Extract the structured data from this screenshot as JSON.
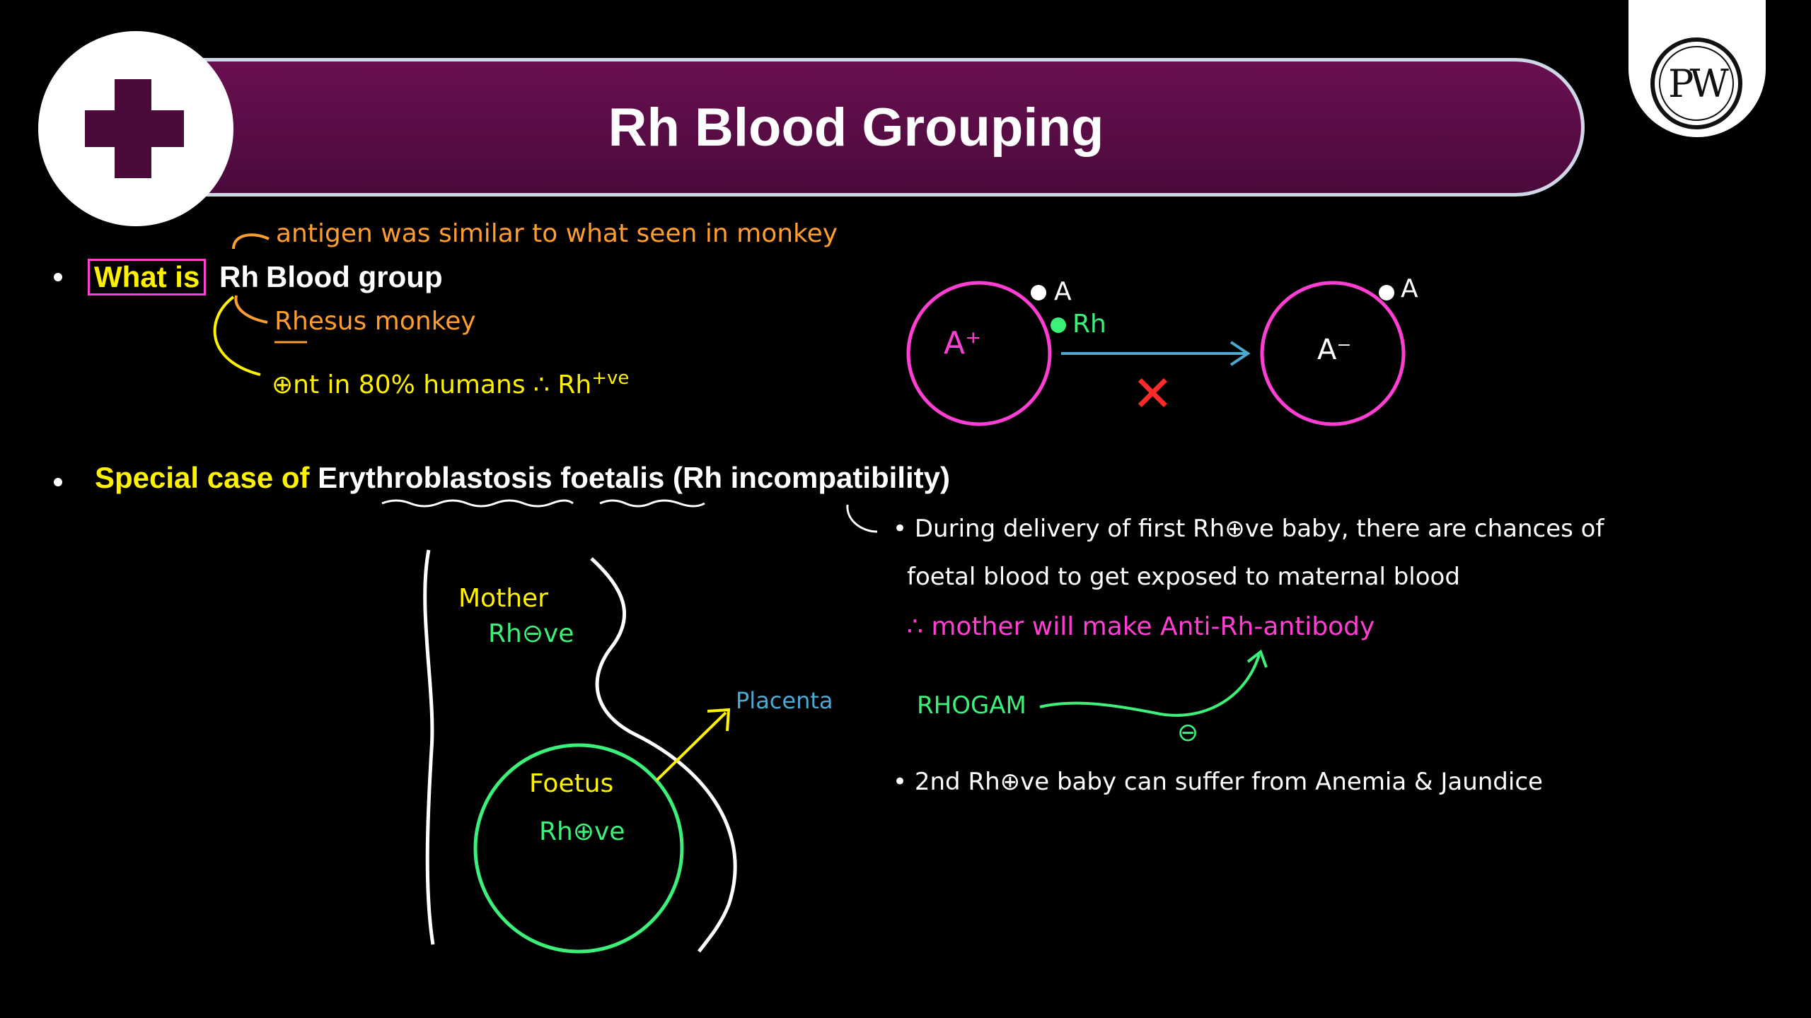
{
  "header": {
    "title": "Rh Blood Grouping"
  },
  "logo": {
    "letters": "PW"
  },
  "section1": {
    "what_is": "What is",
    "rh": "Rh",
    "blood_group": "Blood group",
    "note_antigen": "antigen was similar to what seen in monkey",
    "note_rhesus": "Rhesus monkey",
    "note_present": "⊕nt in 80% humans ∴ Rh",
    "note_present_sup": "+ve"
  },
  "diagram1": {
    "left_cell": "A⁺",
    "left_antigen_a": "A",
    "left_antigen_rh": "Rh",
    "right_cell": "A⁻",
    "right_antigen_a": "A",
    "cross": "✕"
  },
  "section2": {
    "prefix": "Special case of",
    "term1": "Erythroblastosis",
    "term2": "foetalis",
    "suffix": "(Rh incompatibility)"
  },
  "diagram2": {
    "mother": "Mother",
    "mother_rh": "Rh⊖ve",
    "foetus": "Foetus",
    "foetus_rh": "Rh⊕ve",
    "placenta": "Placenta"
  },
  "notes": {
    "line1": "During delivery of first Rh⊕ve baby, there are chances of",
    "line2": "foetal blood to get exposed to maternal blood",
    "line3": "∴ mother will make Anti-Rh-antibody",
    "rhogam": "RHOGAM",
    "minus_sign": "⊖",
    "line4": "2nd Rh⊕ve baby can suffer from Anemia & Jaundice"
  },
  "colors": {
    "banner": "#5a0c46",
    "highlight_yellow": "#fff200",
    "note_orange": "#ff9d2e",
    "magenta": "#ff3fd4",
    "green": "#3cf07a",
    "placenta_blue": "#4fa8d0"
  }
}
